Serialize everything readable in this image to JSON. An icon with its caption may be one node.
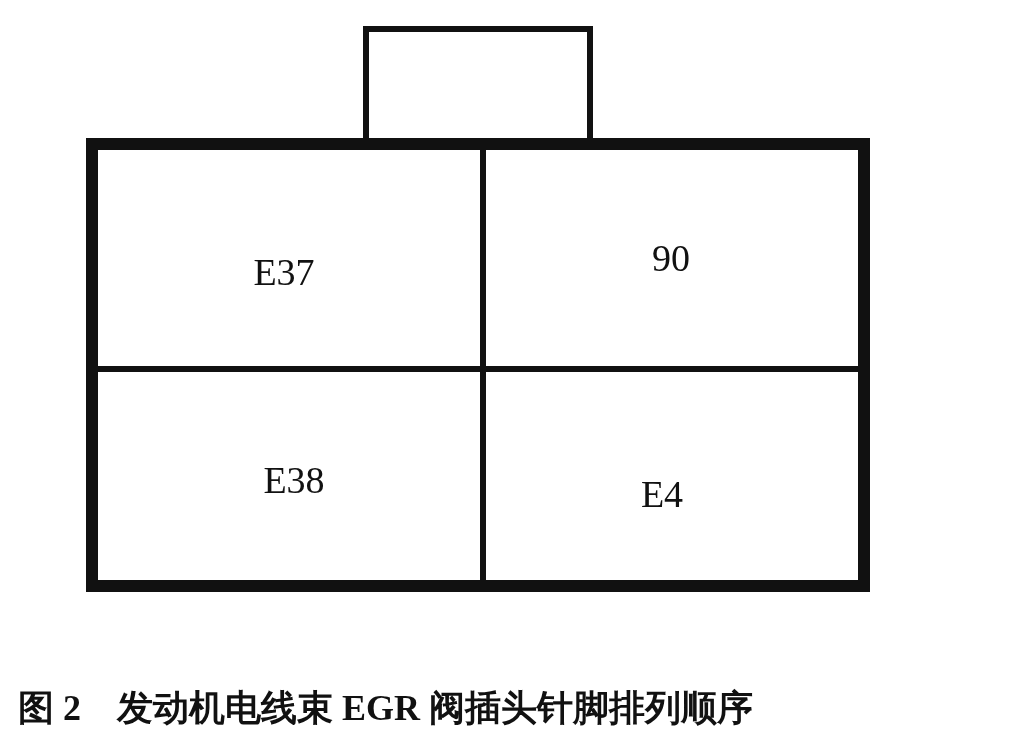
{
  "diagram": {
    "caption": "图 2　发动机电线束 EGR 阀插头针脚排列顺序",
    "nodes": [
      {
        "text": [],
        "shape": "box"
      },
      {
        "text": [],
        "shape": "box"
      },
      {
        "text": [
          "E37"
        ],
        "in": 0
      },
      {
        "text": [
          "90"
        ],
        "in": 0
      },
      {
        "text": [
          "E38"
        ],
        "in": 0
      },
      {
        "text": [
          "E4"
        ],
        "in": 0
      }
    ]
  }
}
